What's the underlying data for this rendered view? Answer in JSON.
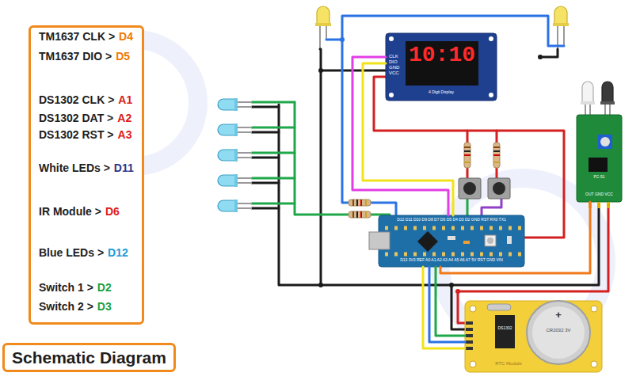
{
  "diagram": {
    "title": "Schematic Diagram",
    "nodes": [
      {
        "text": [
          "TM1637 CLK >",
          "D4",
          "TM1637 DIO >",
          "D5",
          "DS1302 CLK >",
          "A1",
          "DS1302 DAT >",
          "A2",
          "DS1302 RST >",
          "A3",
          "White LEDs >",
          "D11",
          "IR Module >",
          "D6",
          "Blue LEDs >",
          "D12",
          "Switch 1 >",
          "D2",
          "Switch 2 >",
          "D3"
        ]
      },
      {
        "text": [
          "10:10",
          "CLK",
          "DIO",
          "GND",
          "VCC",
          "4 Digit Display"
        ]
      },
      {
        "text": [
          "FC-51",
          "OUT GND VCC"
        ]
      },
      {
        "text": [
          "D12 D11 D10 D9 D8 D7 D6 D5 D4 D3 D2 GND RST RX0 TX1",
          "D13 3V3 REF A0 A1 A2 A3 A4 A5 A6 A7 5V RST GND VIN"
        ]
      },
      {
        "text": [
          "DS1302",
          "+",
          "CR2032 3V",
          "RTC Module"
        ]
      }
    ],
    "edges": [
      {
        "from": 1,
        "to": 3,
        "arrow": "none"
      },
      {
        "from": 1,
        "to": 3,
        "arrow": "none"
      },
      {
        "from": 2,
        "to": 3,
        "arrow": "none"
      },
      {
        "from": 4,
        "to": 3,
        "arrow": "none"
      },
      {
        "from": 4,
        "to": 3,
        "arrow": "none"
      },
      {
        "from": 4,
        "to": 3,
        "arrow": "none"
      }
    ]
  }
}
